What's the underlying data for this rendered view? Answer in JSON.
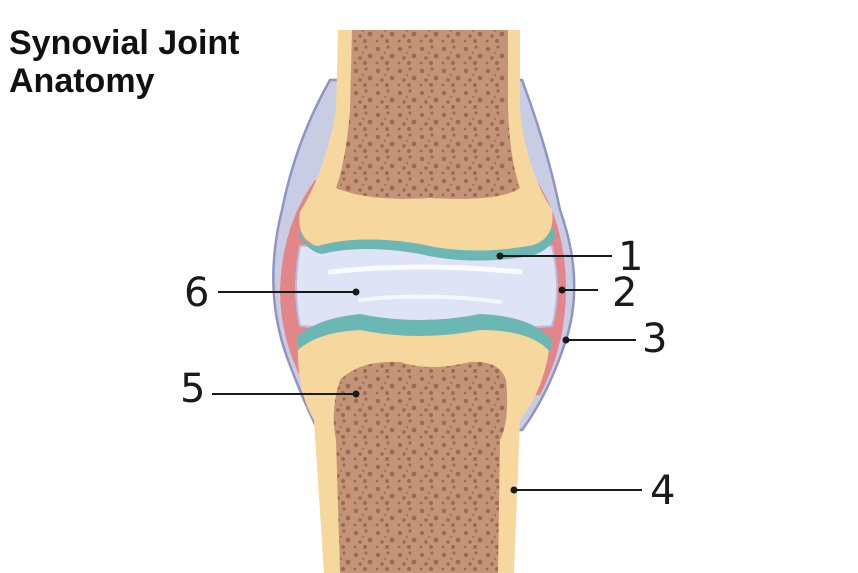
{
  "title": {
    "line1": "Synovial Joint",
    "line2": "Anatomy"
  },
  "labels": [
    "1",
    "2",
    "3",
    "4",
    "5",
    "6"
  ],
  "colors": {
    "capsule": "#c9cde4",
    "capsule_edge": "#8f95c2",
    "membrane": "#e3868a",
    "bone": "#f6d79e",
    "marrow": "#c49478",
    "cartilage": "#6bb7b3",
    "fluid": "#dfe3f6",
    "text": "#111111"
  }
}
